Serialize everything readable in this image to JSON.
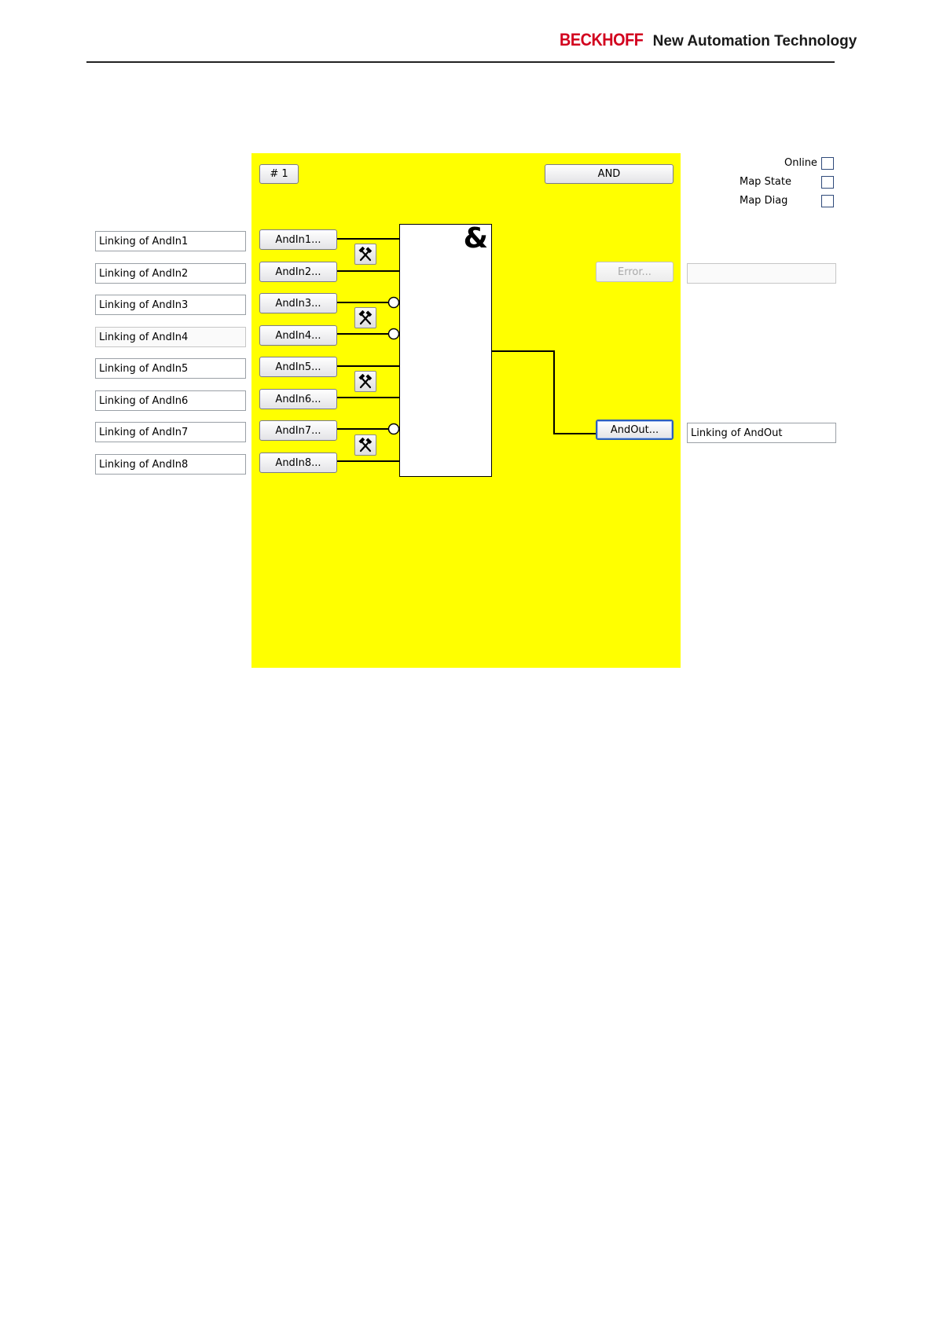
{
  "header": {
    "logo_text": "BECKHOFF",
    "tagline": "New Automation Technology",
    "logo_color": "#d2001e"
  },
  "panel": {
    "background": "#ffff00",
    "instance_label": "# 1",
    "function_label": "AND",
    "block_symbol": "&",
    "inputs": [
      {
        "field": "Linking of AndIn1",
        "button": "AndIn1...",
        "negated": false
      },
      {
        "field": "Linking of AndIn2",
        "button": "AndIn2...",
        "negated": false
      },
      {
        "field": "Linking of AndIn3",
        "button": "AndIn3...",
        "negated": true
      },
      {
        "field": "Linking of AndIn4",
        "button": "AndIn4...",
        "negated": true
      },
      {
        "field": "Linking of AndIn5",
        "button": "AndIn5...",
        "negated": false
      },
      {
        "field": "Linking of AndIn6",
        "button": "AndIn6...",
        "negated": false
      },
      {
        "field": "Linking of AndIn7",
        "button": "AndIn7...",
        "negated": true
      },
      {
        "field": "Linking of AndIn8",
        "button": "AndIn8...",
        "negated": false
      }
    ],
    "tool_buttons": [
      "tools-icon",
      "tools-icon",
      "tools-icon",
      "tools-icon"
    ],
    "error_button": "Error...",
    "error_field": "",
    "output_button": "AndOut...",
    "output_field": "Linking of AndOut"
  },
  "options": {
    "online": {
      "label": "Online",
      "checked": false
    },
    "map_state": {
      "label": "Map State",
      "checked": false
    },
    "map_diag": {
      "label": "Map Diag",
      "checked": false
    }
  }
}
